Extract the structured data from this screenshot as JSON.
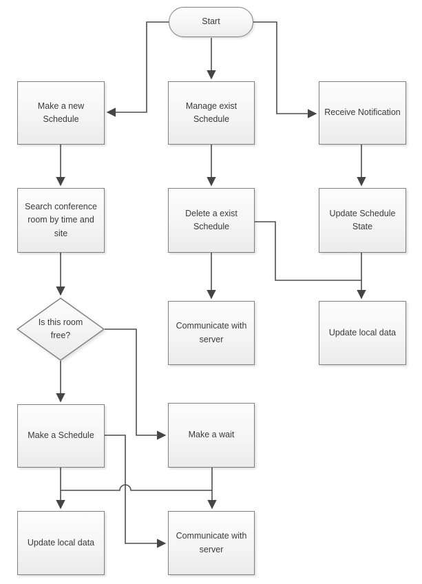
{
  "diagram_type": "flowchart",
  "nodes": {
    "start": {
      "label": "Start",
      "shape": "terminator"
    },
    "make_new_schedule": {
      "label": "Make a new Schedule",
      "shape": "process"
    },
    "manage_exist_schedule": {
      "label": "Manage exist Schedule",
      "shape": "process"
    },
    "receive_notification": {
      "label": "Receive Notification",
      "shape": "process"
    },
    "search_conference_room": {
      "label": "Search conference room by time and site",
      "shape": "process"
    },
    "delete_exist_schedule": {
      "label": "Delete a exist Schedule",
      "shape": "process"
    },
    "update_schedule_state": {
      "label": "Update Schedule State",
      "shape": "process"
    },
    "is_room_free": {
      "label": "Is this room free?",
      "shape": "decision"
    },
    "communicate_with_server_mid": {
      "label": "Communicate with server",
      "shape": "process"
    },
    "update_local_data_right": {
      "label": "Update local data",
      "shape": "process"
    },
    "make_a_schedule": {
      "label": "Make a Schedule",
      "shape": "process"
    },
    "make_a_wait": {
      "label": "Make a wait",
      "shape": "process"
    },
    "update_local_data_left": {
      "label": "Update local data",
      "shape": "process"
    },
    "communicate_with_server_bottom": {
      "label": "Communicate with server",
      "shape": "process"
    }
  },
  "edges": [
    {
      "from": "start",
      "to": "manage_exist_schedule"
    },
    {
      "from": "start",
      "to": "make_new_schedule"
    },
    {
      "from": "start",
      "to": "receive_notification"
    },
    {
      "from": "make_new_schedule",
      "to": "search_conference_room"
    },
    {
      "from": "search_conference_room",
      "to": "is_room_free"
    },
    {
      "from": "is_room_free",
      "to": "make_a_schedule"
    },
    {
      "from": "is_room_free",
      "to": "make_a_wait"
    },
    {
      "from": "make_a_schedule",
      "to": "update_local_data_left"
    },
    {
      "from": "make_a_schedule",
      "to": "communicate_with_server_bottom"
    },
    {
      "from": "make_a_wait",
      "to": "communicate_with_server_bottom"
    },
    {
      "from": "manage_exist_schedule",
      "to": "delete_exist_schedule"
    },
    {
      "from": "delete_exist_schedule",
      "to": "communicate_with_server_mid"
    },
    {
      "from": "delete_exist_schedule",
      "to": "update_local_data_right"
    },
    {
      "from": "receive_notification",
      "to": "update_schedule_state"
    },
    {
      "from": "update_schedule_state",
      "to": "update_local_data_right"
    }
  ],
  "colors": {
    "background": "#ffffff",
    "node_fill_top": "#fdfdfd",
    "node_fill_bottom": "#ebebeb",
    "node_border": "#7f7f7f",
    "connector": "#4d4d4d",
    "text": "#3a3a3a"
  }
}
